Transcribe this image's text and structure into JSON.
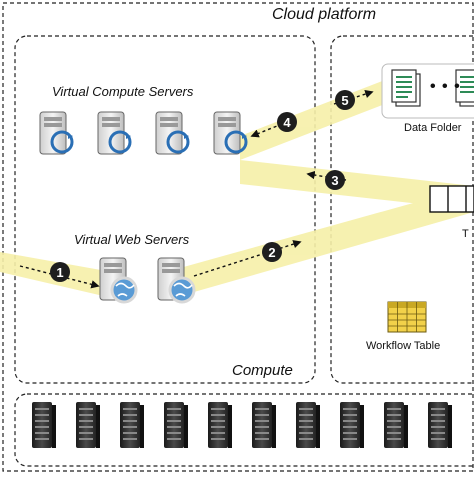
{
  "platform": {
    "title": "Cloud platform"
  },
  "compute": {
    "title": "Compute",
    "compute_servers": {
      "title": "Virtual Compute Servers",
      "count": 4
    },
    "web_servers": {
      "title": "Virtual Web Servers",
      "count": 2
    }
  },
  "storage": {
    "data_folder": {
      "title": "Data Folder",
      "ellipsis": "• • •"
    },
    "table_label": "T",
    "workflow_table": {
      "title": "Workflow Table"
    }
  },
  "steps": [
    "1",
    "2",
    "3",
    "4",
    "5"
  ],
  "physical_racks": {
    "count": 10
  },
  "colors": {
    "flow_band": "#f6f0a8",
    "step_badge": "#1e1e1e",
    "server_body": "#e4e4e4",
    "refresh_arrow": "#2a6fb5",
    "globe": "#5a9bd5",
    "rack": "#2e2e2e",
    "table_grid": "#f2d14a"
  }
}
